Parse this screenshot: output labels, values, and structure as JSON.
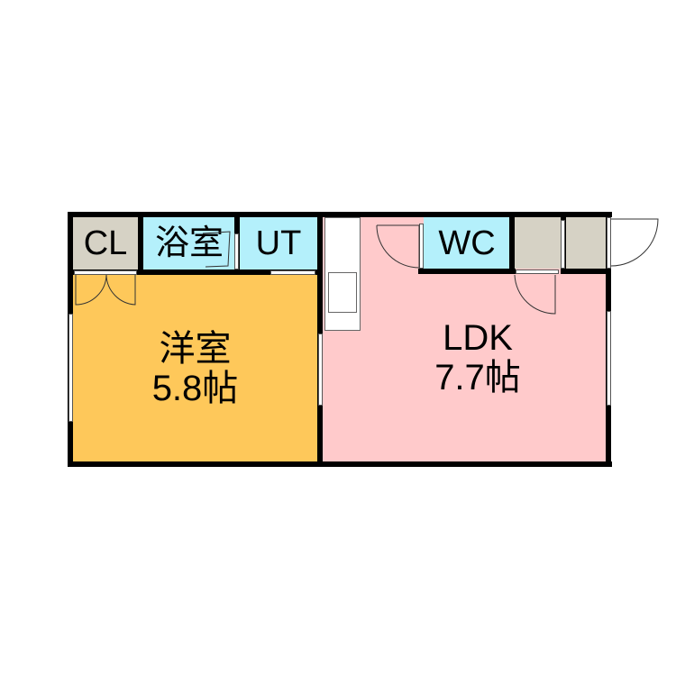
{
  "rooms": {
    "closet": {
      "label": "CL",
      "color": "#d6d2c5"
    },
    "bath": {
      "label": "浴室",
      "color": "#b4f0fb"
    },
    "utility": {
      "label": "UT",
      "color": "#b4f0fb"
    },
    "western_room": {
      "name": "洋室",
      "size": "5.8帖",
      "color": "#fec85a"
    },
    "ldk": {
      "name": "LDK",
      "size": "7.7帖",
      "color": "#ffcacb"
    },
    "wc": {
      "label": "WC",
      "color": "#b4f0fb"
    },
    "storage": {
      "color": "#d6d2c5"
    }
  }
}
